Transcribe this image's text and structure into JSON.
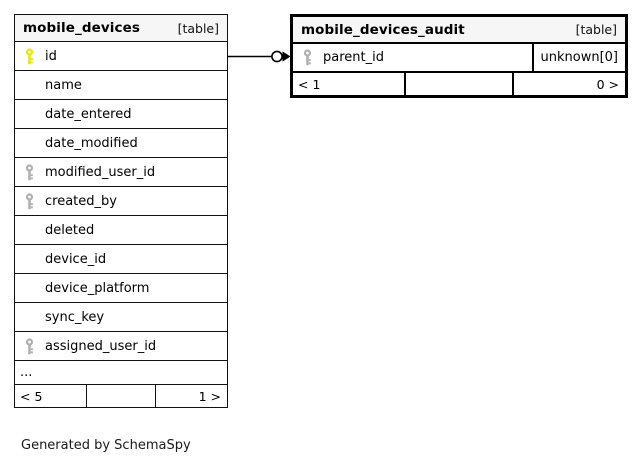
{
  "diagram": {
    "type": "entity-relationship",
    "footer_caption": "Generated by SchemaSpy",
    "colors": {
      "primary_key": "#e8e800",
      "foreign_key": "#b0b0b0",
      "border": "#111111",
      "header_background": "#f6f6f6",
      "background": "#ffffff",
      "text": "#000000"
    }
  },
  "tables": [
    {
      "id": "mobile_devices",
      "name": "mobile_devices",
      "kind": "[table]",
      "emphasis": false,
      "columns": [
        {
          "name": "id",
          "key": "primary",
          "type": ""
        },
        {
          "name": "name",
          "key": "none",
          "type": ""
        },
        {
          "name": "date_entered",
          "key": "none",
          "type": ""
        },
        {
          "name": "date_modified",
          "key": "none",
          "type": ""
        },
        {
          "name": "modified_user_id",
          "key": "foreign",
          "type": ""
        },
        {
          "name": "created_by",
          "key": "foreign",
          "type": ""
        },
        {
          "name": "deleted",
          "key": "none",
          "type": ""
        },
        {
          "name": "device_id",
          "key": "none",
          "type": ""
        },
        {
          "name": "device_platform",
          "key": "none",
          "type": ""
        },
        {
          "name": "sync_key",
          "key": "none",
          "type": ""
        },
        {
          "name": "assigned_user_id",
          "key": "foreign",
          "type": ""
        }
      ],
      "more_indicator": "...",
      "footer": {
        "left": "< 5",
        "middle": "",
        "right": "1 >"
      }
    },
    {
      "id": "mobile_devices_audit",
      "name": "mobile_devices_audit",
      "kind": "[table]",
      "emphasis": true,
      "columns": [
        {
          "name": "parent_id",
          "key": "foreign",
          "type": "unknown[0]"
        }
      ],
      "more_indicator": null,
      "footer": {
        "left": "< 1",
        "middle": "",
        "right": "0 >"
      }
    }
  ],
  "relationships": [
    {
      "id": "fk-mobile-devices-audit-parent-id",
      "from_table": "mobile_devices",
      "from_column": "id",
      "to_table": "mobile_devices_audit",
      "to_column": "parent_id",
      "source_cardinality": "one",
      "target_cardinality": "zero-or-many",
      "marker_source": "none",
      "marker_target": "circle-arrow"
    }
  ],
  "icons": {
    "primary_key": "key-icon-primary",
    "foreign_key": "key-icon-foreign"
  }
}
